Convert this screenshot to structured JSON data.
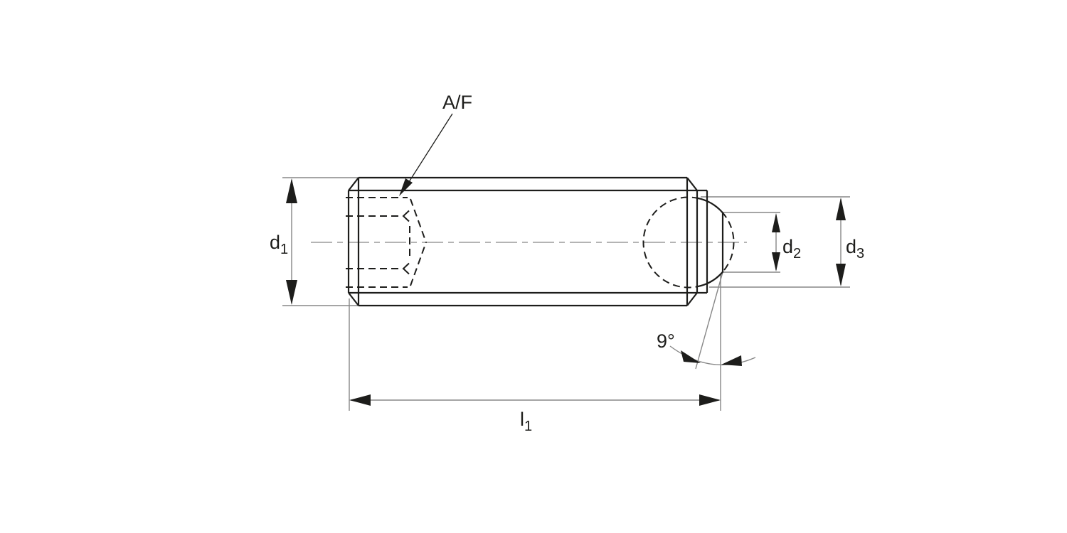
{
  "diagram": {
    "description": "Technical line drawing of a hex-socket set screw with protruding ball end, side view with dimension annotations",
    "labels": {
      "af_leader": "A/F",
      "d1": {
        "base": "d",
        "sub": "1"
      },
      "d2": {
        "base": "d",
        "sub": "2"
      },
      "d3": {
        "base": "d",
        "sub": "3"
      },
      "l1": {
        "base": "l",
        "sub": "1"
      },
      "angle": "9°"
    },
    "colors": {
      "outline": "#1d1d1b",
      "hidden_line": "#1d1d1b",
      "dimension_line": "#878787",
      "centerline": "#9c9c9c",
      "arrowhead": "#1d1d1b",
      "text": "#1d1d1b",
      "background": "#ffffff"
    }
  }
}
